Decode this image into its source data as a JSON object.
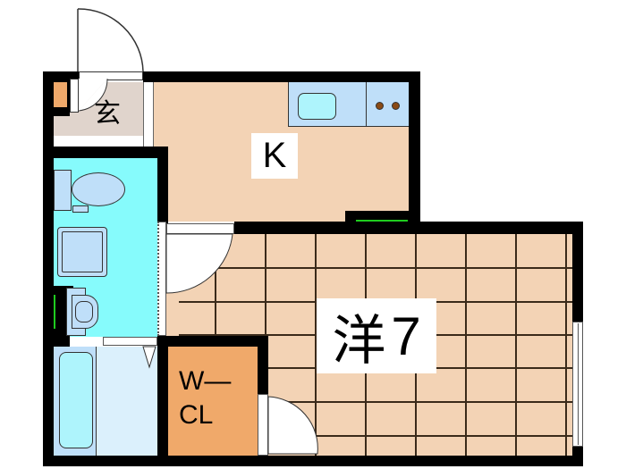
{
  "floor_plan": {
    "rooms": {
      "entrance": {
        "label": "玄",
        "color": "#e0d4cc"
      },
      "kitchen": {
        "label": "K",
        "color": "#f3d3b5"
      },
      "western_room": {
        "label": "洋7",
        "label_kanji": "洋",
        "label_size": "7",
        "color": "#f3d3b5"
      },
      "walk_in_closet": {
        "label_line1": "W—",
        "label_line2": "CL",
        "color": "#f0a96a"
      },
      "toilet_washroom": {
        "color": "#86fbfc"
      },
      "bathroom": {
        "color": "#dbf0fc"
      }
    },
    "fixtures": [
      "kitchen-sink",
      "stove-burners",
      "toilet",
      "washing-machine-pan",
      "wash-basin",
      "bathtub",
      "shoe-cabinet"
    ],
    "colors": {
      "wall": "#000000",
      "floor": "#f3d3b5",
      "fixture_blue": "#bfdff9",
      "water_blue": "#aef4fc",
      "window_green": "#1fcc1f",
      "burner_brown": "#8a4a14"
    }
  }
}
